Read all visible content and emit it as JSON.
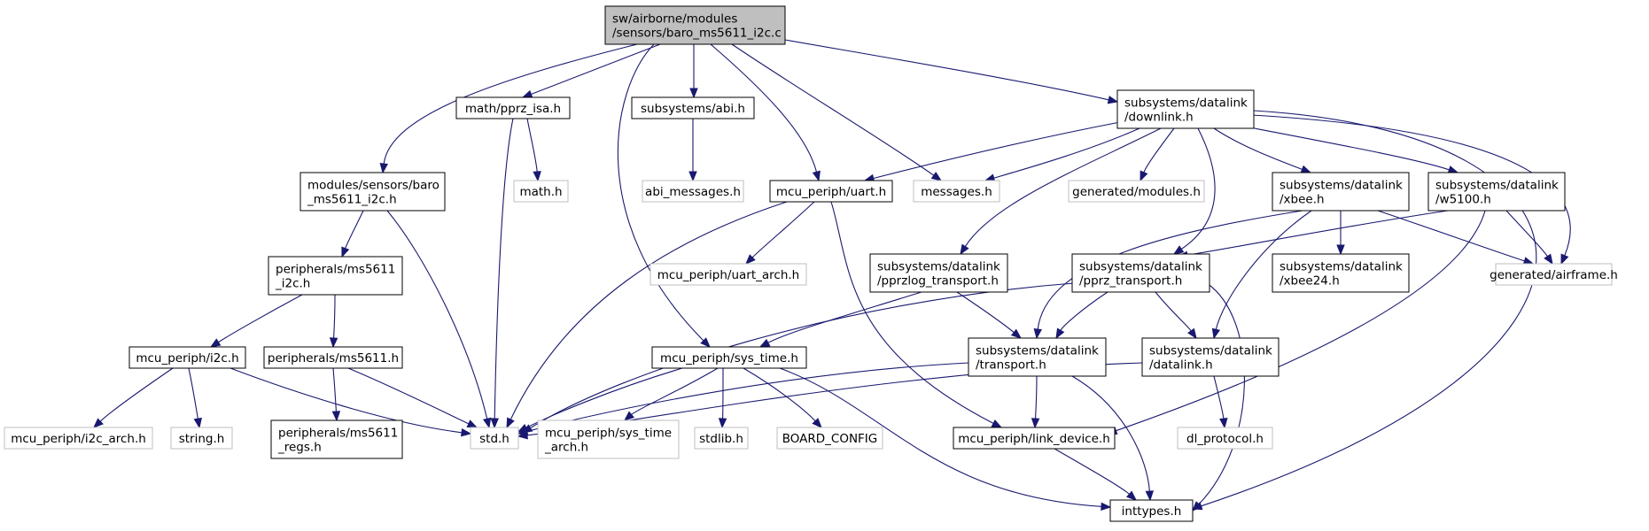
{
  "diagram": {
    "nodes": [
      {
        "id": "root",
        "lines": [
          "sw/airborne/modules",
          "/sensors/baro_ms5611_i2c.c"
        ],
        "style": "root"
      },
      {
        "id": "pprz_isa",
        "lines": [
          "math/pprz_isa.h"
        ],
        "style": "normal"
      },
      {
        "id": "abi",
        "lines": [
          "subsystems/abi.h"
        ],
        "style": "normal"
      },
      {
        "id": "downlink",
        "lines": [
          "subsystems/datalink",
          "/downlink.h"
        ],
        "style": "normal"
      },
      {
        "id": "baro_h",
        "lines": [
          "modules/sensors/baro",
          "_ms5611_i2c.h"
        ],
        "style": "normal"
      },
      {
        "id": "math_h",
        "lines": [
          "math.h"
        ],
        "style": "external"
      },
      {
        "id": "abi_messages",
        "lines": [
          "abi_messages.h"
        ],
        "style": "external"
      },
      {
        "id": "uart",
        "lines": [
          "mcu_periph/uart.h"
        ],
        "style": "normal"
      },
      {
        "id": "messages",
        "lines": [
          "messages.h"
        ],
        "style": "external"
      },
      {
        "id": "gen_modules",
        "lines": [
          "generated/modules.h"
        ],
        "style": "external"
      },
      {
        "id": "xbee",
        "lines": [
          "subsystems/datalink",
          "/xbee.h"
        ],
        "style": "normal"
      },
      {
        "id": "w5100",
        "lines": [
          "subsystems/datalink",
          "/w5100.h"
        ],
        "style": "normal"
      },
      {
        "id": "ms5611_i2c",
        "lines": [
          "peripherals/ms5611",
          "_i2c.h"
        ],
        "style": "normal"
      },
      {
        "id": "uart_arch",
        "lines": [
          "mcu_periph/uart_arch.h"
        ],
        "style": "external"
      },
      {
        "id": "pprzlog",
        "lines": [
          "subsystems/datalink",
          "/pprzlog_transport.h"
        ],
        "style": "normal"
      },
      {
        "id": "pprz_transport",
        "lines": [
          "subsystems/datalink",
          "/pprz_transport.h"
        ],
        "style": "normal"
      },
      {
        "id": "xbee24",
        "lines": [
          "subsystems/datalink",
          "/xbee24.h"
        ],
        "style": "normal"
      },
      {
        "id": "airframe",
        "lines": [
          "generated/airframe.h"
        ],
        "style": "external"
      },
      {
        "id": "i2c",
        "lines": [
          "mcu_periph/i2c.h"
        ],
        "style": "normal"
      },
      {
        "id": "ms5611",
        "lines": [
          "peripherals/ms5611.h"
        ],
        "style": "normal"
      },
      {
        "id": "sys_time",
        "lines": [
          "mcu_periph/sys_time.h"
        ],
        "style": "normal"
      },
      {
        "id": "transport",
        "lines": [
          "subsystems/datalink",
          "/transport.h"
        ],
        "style": "normal"
      },
      {
        "id": "datalink",
        "lines": [
          "subsystems/datalink",
          "/datalink.h"
        ],
        "style": "normal"
      },
      {
        "id": "i2c_arch",
        "lines": [
          "mcu_periph/i2c_arch.h"
        ],
        "style": "external"
      },
      {
        "id": "string",
        "lines": [
          "string.h"
        ],
        "style": "external"
      },
      {
        "id": "ms5611_regs",
        "lines": [
          "peripherals/ms5611",
          "_regs.h"
        ],
        "style": "normal"
      },
      {
        "id": "std",
        "lines": [
          "std.h"
        ],
        "style": "external"
      },
      {
        "id": "sys_time_arch",
        "lines": [
          "mcu_periph/sys_time",
          "_arch.h"
        ],
        "style": "external"
      },
      {
        "id": "stdlib",
        "lines": [
          "stdlib.h"
        ],
        "style": "external"
      },
      {
        "id": "board_config",
        "lines": [
          "BOARD_CONFIG"
        ],
        "style": "external"
      },
      {
        "id": "link_device",
        "lines": [
          "mcu_periph/link_device.h"
        ],
        "style": "normal"
      },
      {
        "id": "dl_protocol",
        "lines": [
          "dl_protocol.h"
        ],
        "style": "external"
      },
      {
        "id": "inttypes",
        "lines": [
          "inttypes.h"
        ],
        "style": "normal"
      }
    ],
    "edges": [
      [
        "root",
        "baro_h"
      ],
      [
        "root",
        "pprz_isa"
      ],
      [
        "root",
        "sys_time"
      ],
      [
        "root",
        "abi"
      ],
      [
        "root",
        "uart"
      ],
      [
        "root",
        "messages"
      ],
      [
        "root",
        "downlink"
      ],
      [
        "pprz_isa",
        "std"
      ],
      [
        "pprz_isa",
        "math_h"
      ],
      [
        "abi",
        "abi_messages"
      ],
      [
        "baro_h",
        "ms5611_i2c"
      ],
      [
        "baro_h",
        "std"
      ],
      [
        "downlink",
        "uart"
      ],
      [
        "downlink",
        "messages"
      ],
      [
        "downlink",
        "gen_modules"
      ],
      [
        "downlink",
        "pprzlog"
      ],
      [
        "downlink",
        "pprz_transport"
      ],
      [
        "downlink",
        "xbee"
      ],
      [
        "downlink",
        "w5100"
      ],
      [
        "downlink",
        "airframe"
      ],
      [
        "downlink",
        "inttypes"
      ],
      [
        "uart",
        "std"
      ],
      [
        "uart",
        "uart_arch"
      ],
      [
        "uart",
        "link_device"
      ],
      [
        "ms5611_i2c",
        "i2c"
      ],
      [
        "ms5611_i2c",
        "ms5611"
      ],
      [
        "i2c",
        "i2c_arch"
      ],
      [
        "i2c",
        "string"
      ],
      [
        "i2c",
        "std"
      ],
      [
        "ms5611",
        "ms5611_regs"
      ],
      [
        "ms5611",
        "std"
      ],
      [
        "pprzlog",
        "sys_time"
      ],
      [
        "pprzlog",
        "transport"
      ],
      [
        "xbee",
        "transport"
      ],
      [
        "xbee",
        "datalink"
      ],
      [
        "xbee",
        "xbee24"
      ],
      [
        "xbee",
        "airframe"
      ],
      [
        "w5100",
        "pprz_transport"
      ],
      [
        "w5100",
        "airframe"
      ],
      [
        "w5100",
        "link_device"
      ],
      [
        "pprz_transport",
        "std"
      ],
      [
        "pprz_transport",
        "transport"
      ],
      [
        "pprz_transport",
        "datalink"
      ],
      [
        "pprz_transport",
        "inttypes"
      ],
      [
        "sys_time",
        "std"
      ],
      [
        "sys_time",
        "sys_time_arch"
      ],
      [
        "sys_time",
        "stdlib"
      ],
      [
        "sys_time",
        "board_config"
      ],
      [
        "sys_time",
        "inttypes"
      ],
      [
        "transport",
        "std"
      ],
      [
        "transport",
        "link_device"
      ],
      [
        "transport",
        "inttypes"
      ],
      [
        "datalink",
        "std"
      ],
      [
        "datalink",
        "dl_protocol"
      ],
      [
        "link_device",
        "inttypes"
      ]
    ]
  }
}
